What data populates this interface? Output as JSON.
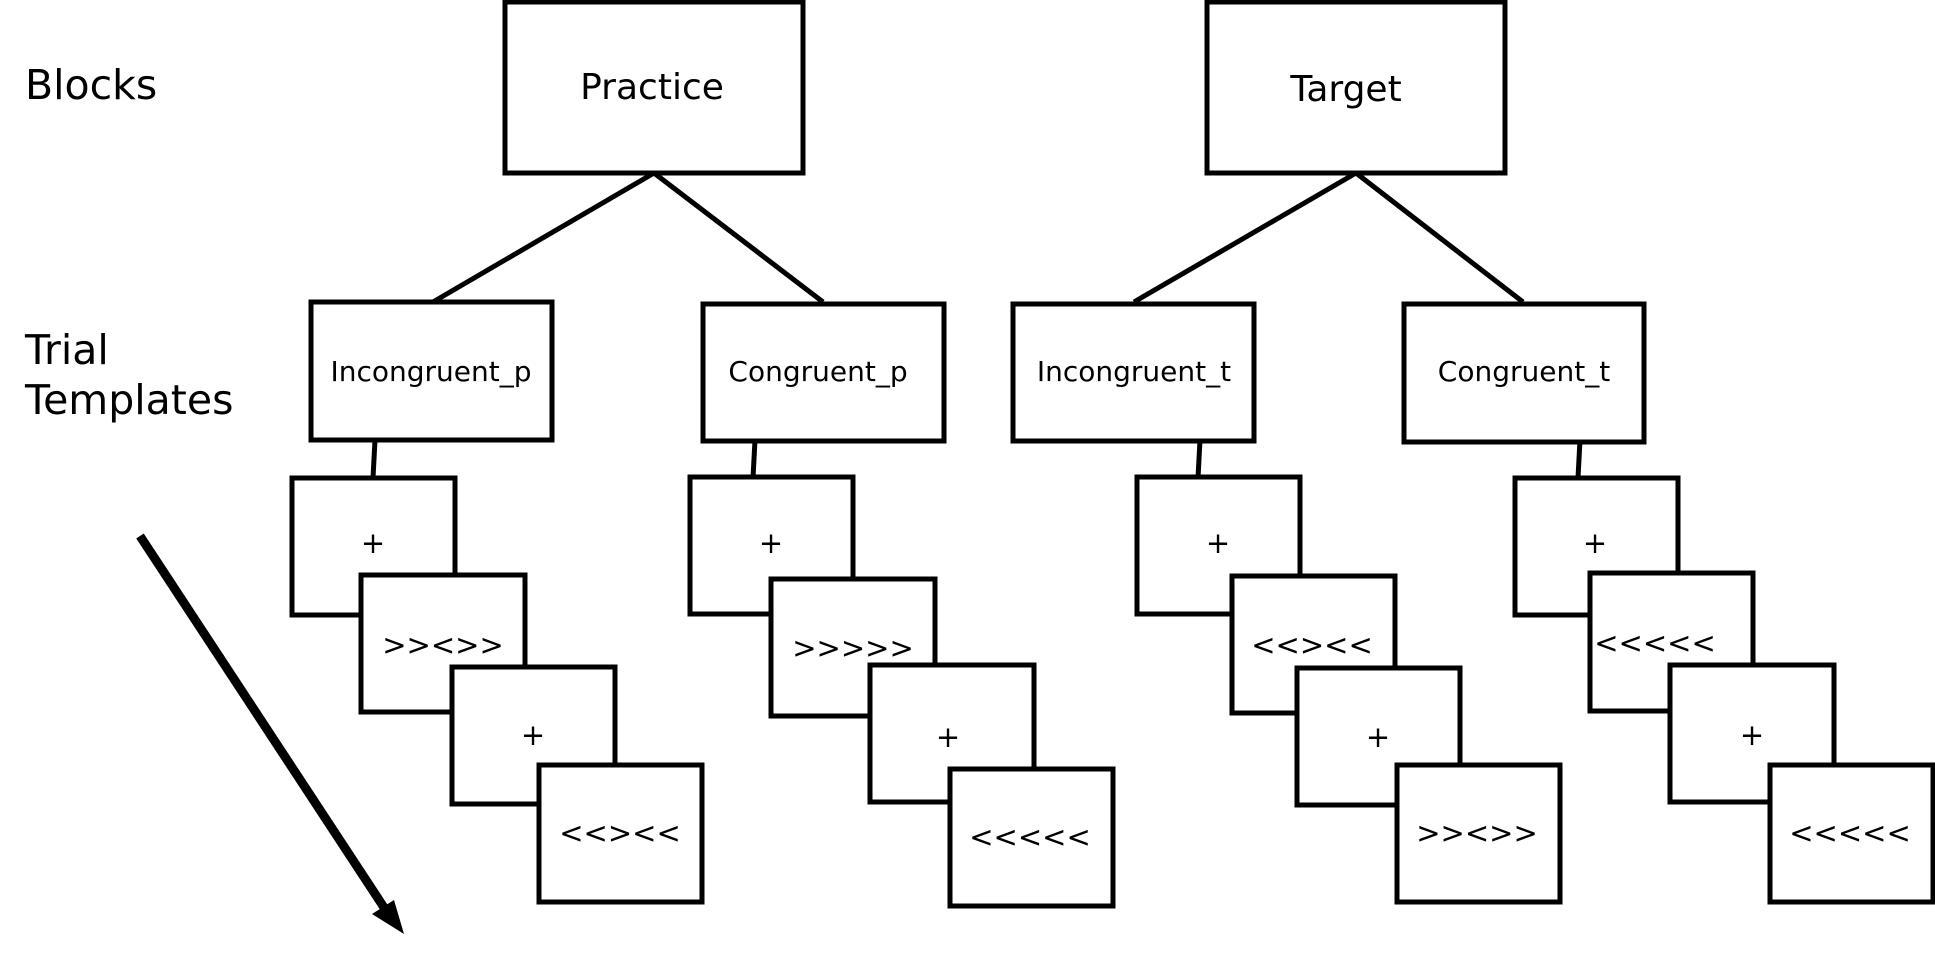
{
  "row_labels": {
    "blocks": "Blocks",
    "trial_templates_line1": "Trial",
    "trial_templates_line2": "Templates"
  },
  "blocks": [
    {
      "name": "Practice",
      "templates": [
        {
          "name": "Incongruent_p",
          "frames": [
            "+",
            ">><>>",
            "+",
            "<<><<"
          ]
        },
        {
          "name": "Congruent_p",
          "frames": [
            "+",
            ">>>>>",
            "+",
            "<<<<<"
          ]
        }
      ]
    },
    {
      "name": "Target",
      "templates": [
        {
          "name": "Incongruent_t",
          "frames": [
            "+",
            "<<><<",
            "+",
            ">><>>"
          ]
        },
        {
          "name": "Congruent_t",
          "frames": [
            "+",
            "<<<<<",
            "+",
            "<<<<<"
          ]
        }
      ]
    }
  ],
  "colors": {
    "stroke": "#000000",
    "fill": "#ffffff"
  },
  "icons": {
    "time_arrow": "diagonal-arrow-icon"
  }
}
